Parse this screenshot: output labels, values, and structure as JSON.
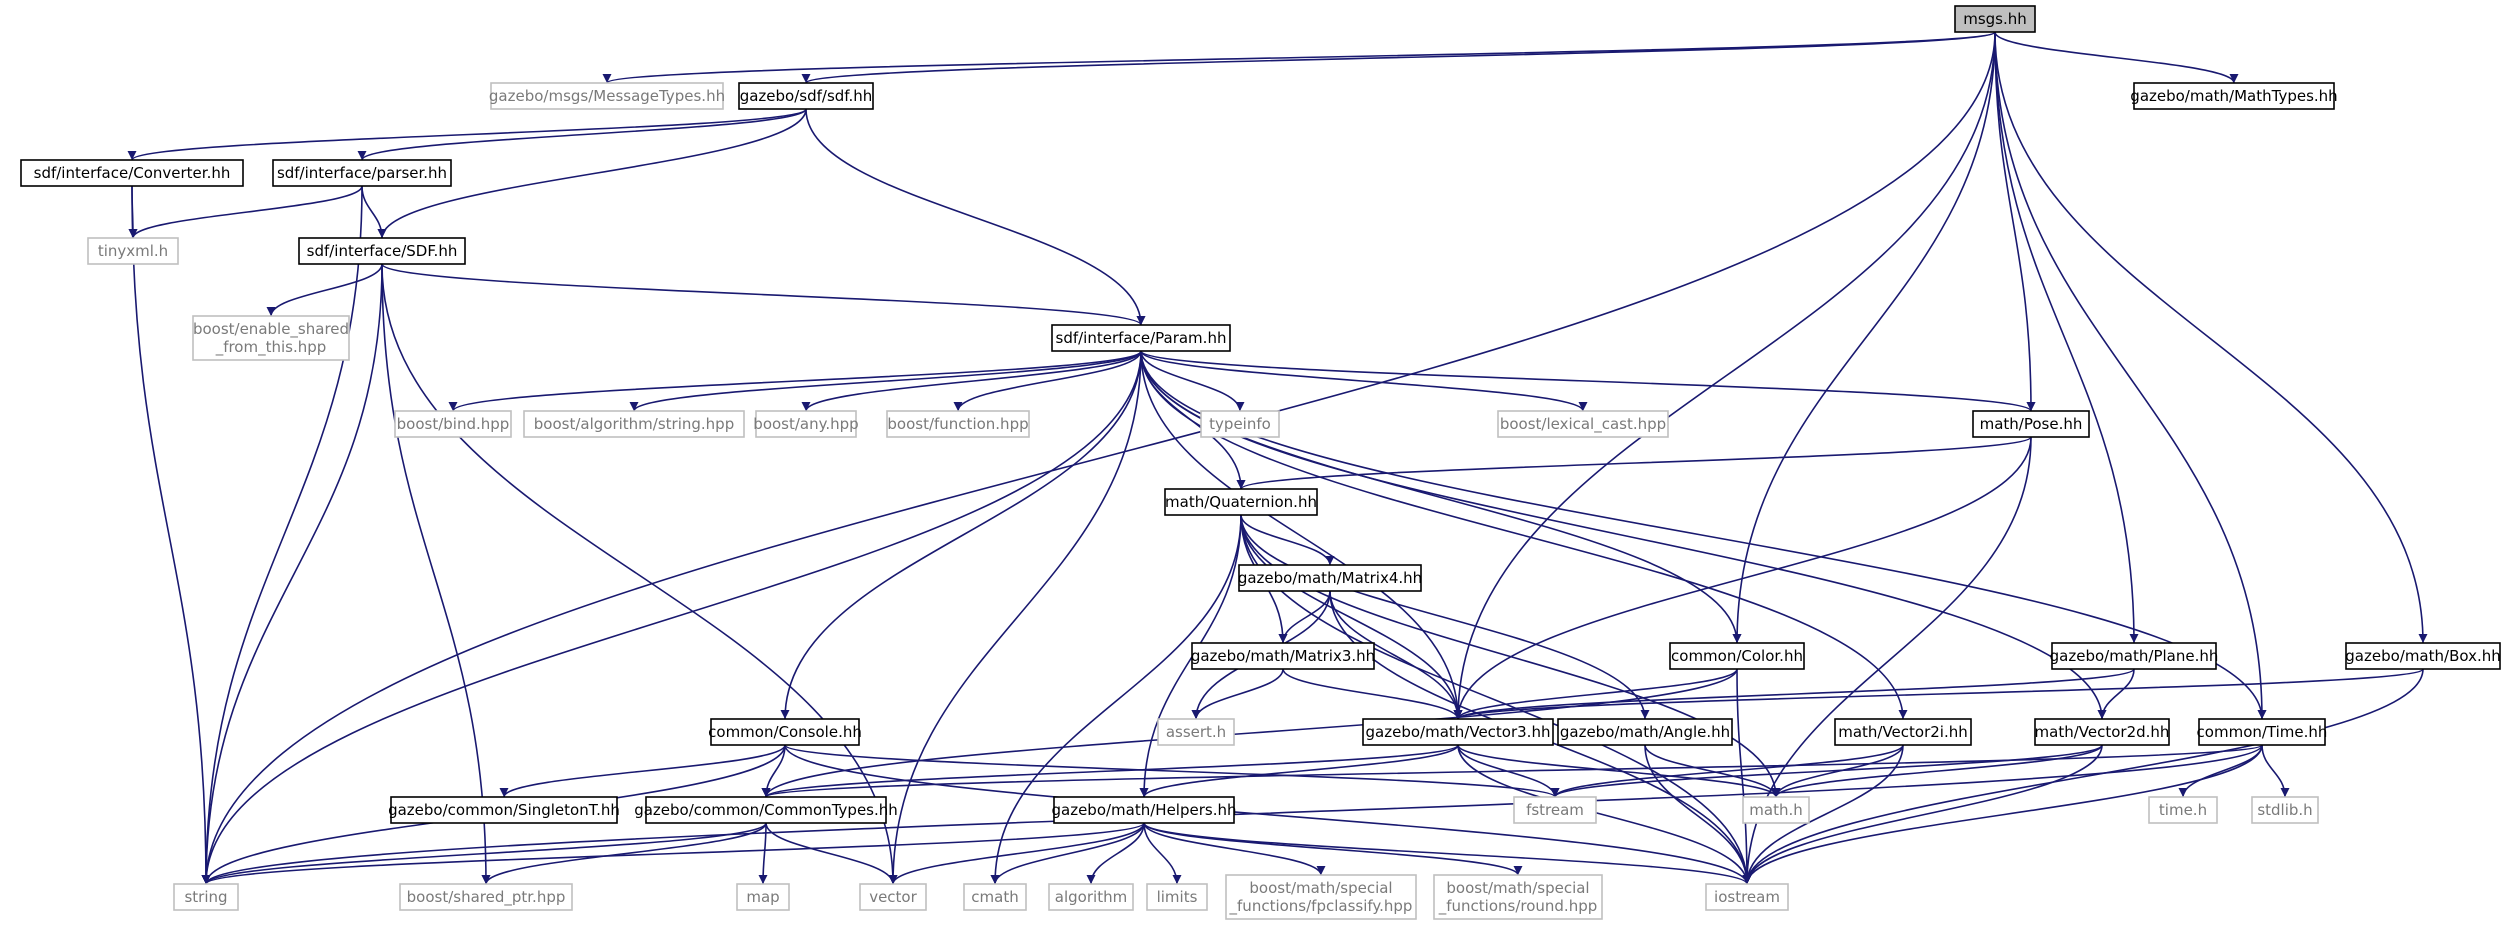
{
  "nodes": [
    {
      "id": "msgs",
      "label": [
        "msgs.hh"
      ],
      "kind": "root"
    },
    {
      "id": "messagetypes",
      "label": [
        "gazebo/msgs/MessageTypes.hh"
      ],
      "kind": "external"
    },
    {
      "id": "sdfhh",
      "label": [
        "gazebo/sdf/sdf.hh"
      ],
      "kind": "internal"
    },
    {
      "id": "mathtypes",
      "label": [
        "gazebo/math/MathTypes.hh"
      ],
      "kind": "internal"
    },
    {
      "id": "converter",
      "label": [
        "sdf/interface/Converter.hh"
      ],
      "kind": "internal"
    },
    {
      "id": "parser",
      "label": [
        "sdf/interface/parser.hh"
      ],
      "kind": "internal"
    },
    {
      "id": "tinyxml",
      "label": [
        "tinyxml.h"
      ],
      "kind": "external"
    },
    {
      "id": "sdfinterface",
      "label": [
        "sdf/interface/SDF.hh"
      ],
      "kind": "internal"
    },
    {
      "id": "enableshared",
      "label": [
        "boost/enable_shared",
        "_from_this.hpp"
      ],
      "kind": "external"
    },
    {
      "id": "param",
      "label": [
        "sdf/interface/Param.hh"
      ],
      "kind": "internal"
    },
    {
      "id": "bind",
      "label": [
        "boost/bind.hpp"
      ],
      "kind": "external"
    },
    {
      "id": "algostring",
      "label": [
        "boost/algorithm/string.hpp"
      ],
      "kind": "external"
    },
    {
      "id": "any",
      "label": [
        "boost/any.hpp"
      ],
      "kind": "external"
    },
    {
      "id": "function",
      "label": [
        "boost/function.hpp"
      ],
      "kind": "external"
    },
    {
      "id": "typeinfo",
      "label": [
        "typeinfo"
      ],
      "kind": "external"
    },
    {
      "id": "lexicalcast",
      "label": [
        "boost/lexical_cast.hpp"
      ],
      "kind": "external"
    },
    {
      "id": "pose",
      "label": [
        "math/Pose.hh"
      ],
      "kind": "internal"
    },
    {
      "id": "quaternion",
      "label": [
        "math/Quaternion.hh"
      ],
      "kind": "internal"
    },
    {
      "id": "matrix4",
      "label": [
        "gazebo/math/Matrix4.hh"
      ],
      "kind": "internal"
    },
    {
      "id": "matrix3",
      "label": [
        "gazebo/math/Matrix3.hh"
      ],
      "kind": "internal"
    },
    {
      "id": "color",
      "label": [
        "common/Color.hh"
      ],
      "kind": "internal"
    },
    {
      "id": "plane",
      "label": [
        "gazebo/math/Plane.hh"
      ],
      "kind": "internal"
    },
    {
      "id": "box",
      "label": [
        "gazebo/math/Box.hh"
      ],
      "kind": "internal"
    },
    {
      "id": "assert",
      "label": [
        "assert.h"
      ],
      "kind": "external"
    },
    {
      "id": "console",
      "label": [
        "common/Console.hh"
      ],
      "kind": "internal"
    },
    {
      "id": "vector3",
      "label": [
        "gazebo/math/Vector3.hh"
      ],
      "kind": "internal"
    },
    {
      "id": "angle",
      "label": [
        "gazebo/math/Angle.hh"
      ],
      "kind": "internal"
    },
    {
      "id": "vector2i",
      "label": [
        "math/Vector2i.hh"
      ],
      "kind": "internal"
    },
    {
      "id": "vector2d",
      "label": [
        "math/Vector2d.hh"
      ],
      "kind": "internal"
    },
    {
      "id": "time",
      "label": [
        "common/Time.hh"
      ],
      "kind": "internal"
    },
    {
      "id": "singletont",
      "label": [
        "gazebo/common/SingletonT.hh"
      ],
      "kind": "internal"
    },
    {
      "id": "commontypes",
      "label": [
        "gazebo/common/CommonTypes.hh"
      ],
      "kind": "internal"
    },
    {
      "id": "helpers",
      "label": [
        "gazebo/math/Helpers.hh"
      ],
      "kind": "internal"
    },
    {
      "id": "fstream",
      "label": [
        "fstream"
      ],
      "kind": "external"
    },
    {
      "id": "mathh",
      "label": [
        "math.h"
      ],
      "kind": "external"
    },
    {
      "id": "timeh",
      "label": [
        "time.h"
      ],
      "kind": "external"
    },
    {
      "id": "stdlibh",
      "label": [
        "stdlib.h"
      ],
      "kind": "external"
    },
    {
      "id": "string",
      "label": [
        "string"
      ],
      "kind": "external"
    },
    {
      "id": "sharedptr",
      "label": [
        "boost/shared_ptr.hpp"
      ],
      "kind": "external"
    },
    {
      "id": "map",
      "label": [
        "map"
      ],
      "kind": "external"
    },
    {
      "id": "vector",
      "label": [
        "vector"
      ],
      "kind": "external"
    },
    {
      "id": "cmath",
      "label": [
        "cmath"
      ],
      "kind": "external"
    },
    {
      "id": "algorithm",
      "label": [
        "algorithm"
      ],
      "kind": "external"
    },
    {
      "id": "limits",
      "label": [
        "limits"
      ],
      "kind": "external"
    },
    {
      "id": "fpclassify",
      "label": [
        "boost/math/special",
        "_functions/fpclassify.hpp"
      ],
      "kind": "external"
    },
    {
      "id": "round",
      "label": [
        "boost/math/special",
        "_functions/round.hpp"
      ],
      "kind": "external"
    },
    {
      "id": "iostream",
      "label": [
        "iostream"
      ],
      "kind": "external"
    }
  ],
  "edges": [
    [
      "msgs",
      "messagetypes"
    ],
    [
      "msgs",
      "sdfhh"
    ],
    [
      "msgs",
      "mathtypes"
    ],
    [
      "msgs",
      "string"
    ],
    [
      "msgs",
      "pose"
    ],
    [
      "msgs",
      "color"
    ],
    [
      "msgs",
      "vector3"
    ],
    [
      "msgs",
      "plane"
    ],
    [
      "msgs",
      "box"
    ],
    [
      "msgs",
      "time"
    ],
    [
      "sdfhh",
      "converter"
    ],
    [
      "sdfhh",
      "parser"
    ],
    [
      "sdfhh",
      "sdfinterface"
    ],
    [
      "sdfhh",
      "param"
    ],
    [
      "converter",
      "tinyxml"
    ],
    [
      "converter",
      "string"
    ],
    [
      "parser",
      "tinyxml"
    ],
    [
      "parser",
      "sdfinterface"
    ],
    [
      "parser",
      "string"
    ],
    [
      "sdfinterface",
      "enableshared"
    ],
    [
      "sdfinterface",
      "param"
    ],
    [
      "sdfinterface",
      "string"
    ],
    [
      "sdfinterface",
      "sharedptr"
    ],
    [
      "sdfinterface",
      "vector"
    ],
    [
      "param",
      "bind"
    ],
    [
      "param",
      "algostring"
    ],
    [
      "param",
      "any"
    ],
    [
      "param",
      "function"
    ],
    [
      "param",
      "typeinfo"
    ],
    [
      "param",
      "lexicalcast"
    ],
    [
      "param",
      "pose"
    ],
    [
      "param",
      "quaternion"
    ],
    [
      "param",
      "string"
    ],
    [
      "param",
      "console"
    ],
    [
      "param",
      "vector"
    ],
    [
      "param",
      "vector3"
    ],
    [
      "param",
      "color"
    ],
    [
      "param",
      "vector2i"
    ],
    [
      "param",
      "vector2d"
    ],
    [
      "param",
      "time"
    ],
    [
      "pose",
      "quaternion"
    ],
    [
      "pose",
      "vector3"
    ],
    [
      "pose",
      "iostream"
    ],
    [
      "quaternion",
      "matrix4"
    ],
    [
      "quaternion",
      "matrix3"
    ],
    [
      "quaternion",
      "vector3"
    ],
    [
      "quaternion",
      "angle"
    ],
    [
      "quaternion",
      "helpers"
    ],
    [
      "quaternion",
      "cmath"
    ],
    [
      "quaternion",
      "mathh"
    ],
    [
      "quaternion",
      "iostream"
    ],
    [
      "matrix4",
      "matrix3"
    ],
    [
      "matrix4",
      "assert"
    ],
    [
      "matrix4",
      "vector3"
    ],
    [
      "matrix4",
      "iostream"
    ],
    [
      "matrix3",
      "assert"
    ],
    [
      "matrix3",
      "vector3"
    ],
    [
      "color",
      "vector3"
    ],
    [
      "color",
      "commontypes"
    ],
    [
      "color",
      "iostream"
    ],
    [
      "plane",
      "vector3"
    ],
    [
      "plane",
      "vector2d"
    ],
    [
      "box",
      "vector3"
    ],
    [
      "box",
      "iostream"
    ],
    [
      "console",
      "singletont"
    ],
    [
      "console",
      "commontypes"
    ],
    [
      "console",
      "string"
    ],
    [
      "console",
      "fstream"
    ],
    [
      "console",
      "iostream"
    ],
    [
      "vector3",
      "helpers"
    ],
    [
      "vector3",
      "fstream"
    ],
    [
      "vector3",
      "mathh"
    ],
    [
      "vector3",
      "iostream"
    ],
    [
      "vector3",
      "commontypes"
    ],
    [
      "angle",
      "mathh"
    ],
    [
      "angle",
      "iostream"
    ],
    [
      "vector2i",
      "fstream"
    ],
    [
      "vector2i",
      "mathh"
    ],
    [
      "vector2i",
      "iostream"
    ],
    [
      "vector2d",
      "fstream"
    ],
    [
      "vector2d",
      "mathh"
    ],
    [
      "vector2d",
      "iostream"
    ],
    [
      "time",
      "timeh"
    ],
    [
      "time",
      "stdlibh"
    ],
    [
      "time",
      "iostream"
    ],
    [
      "time",
      "commontypes"
    ],
    [
      "time",
      "string"
    ],
    [
      "commontypes",
      "string"
    ],
    [
      "commontypes",
      "sharedptr"
    ],
    [
      "commontypes",
      "map"
    ],
    [
      "commontypes",
      "vector"
    ],
    [
      "helpers",
      "string"
    ],
    [
      "helpers",
      "vector"
    ],
    [
      "helpers",
      "cmath"
    ],
    [
      "helpers",
      "algorithm"
    ],
    [
      "helpers",
      "limits"
    ],
    [
      "helpers",
      "fpclassify"
    ],
    [
      "helpers",
      "round"
    ],
    [
      "helpers",
      "iostream"
    ]
  ],
  "colors": {
    "edge": "#191970",
    "root_fill": "#bfbfbf",
    "internal_border": "#000000",
    "external_border": "#bfbfbf",
    "external_text": "#7a7a7a"
  }
}
